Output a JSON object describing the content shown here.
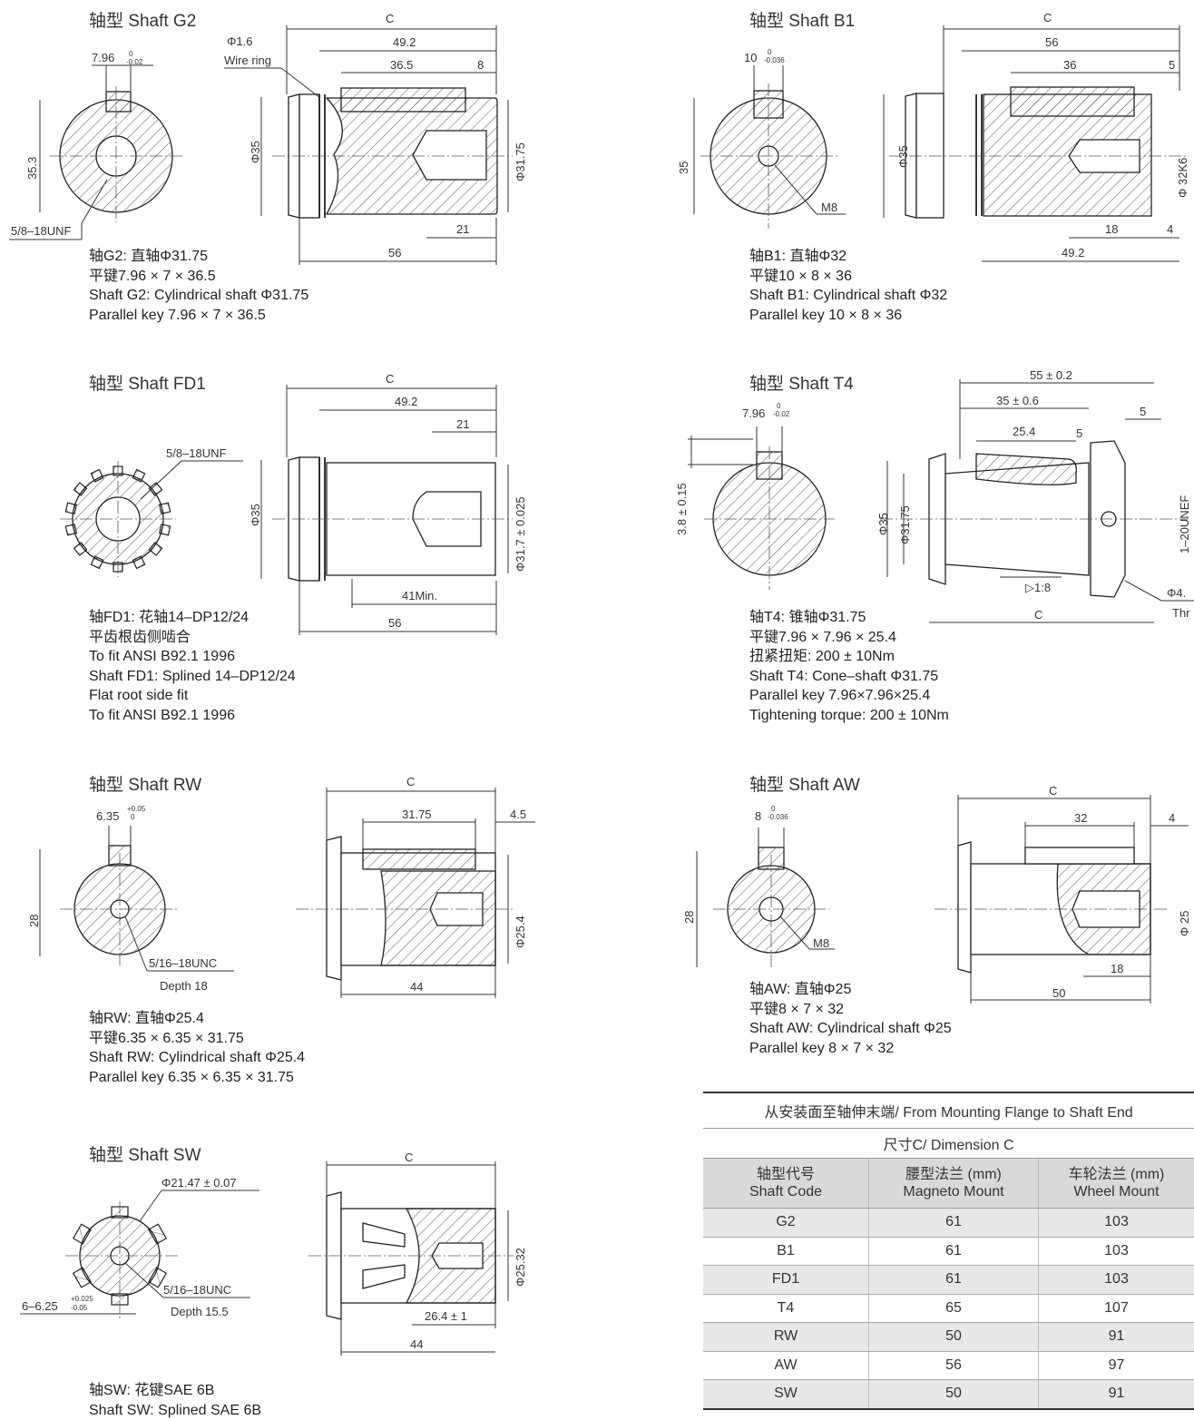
{
  "panels": {
    "g2": {
      "title": "轴型 Shaft G2",
      "lines": [
        "轴G2: 直轴Φ31.75",
        "平键7.96 × 7 × 36.5",
        "Shaft G2: Cylindrical shaft  Φ31.75",
        "Parallel key 7.96 × 7 × 36.5"
      ],
      "dims": {
        "c": "C",
        "d1": "49.2",
        "d2": "36.5",
        "d3": "8",
        "d4": "21",
        "d5": "56",
        "dia": "Φ35",
        "shaft": "Φ31.75",
        "keyw": "7.96",
        "keyh": "35.3",
        "thread": "5/8–18UNF",
        "ring": "Φ1.6",
        "ring_label": "Wire ring"
      }
    },
    "b1": {
      "title": "轴型 Shaft B1",
      "lines": [
        "轴B1: 直轴Φ32",
        "平键10 × 8 × 36",
        "Shaft B1: Cylindrical shaft  Φ32",
        "Parallel key 10 × 8 × 36"
      ],
      "dims": {
        "c": "C",
        "d1": "56",
        "d2": "36",
        "d3": "5",
        "d4": "18",
        "d5": "4",
        "d6": "49.2",
        "dia": "Φ35",
        "shaft": "Φ 32K6",
        "keyw": "10",
        "keyh": "35",
        "thread": "M8"
      }
    },
    "fd1": {
      "title": "轴型 Shaft FD1",
      "lines": [
        "轴FD1: 花轴14–DP12/24",
        "平齿根齿侧啮合",
        "To fit ANSI B92.1 1996",
        "Shaft FD1: Splined 14–DP12/24",
        "Flat root side fit",
        "To fit ANSI B92.1 1996"
      ],
      "dims": {
        "c": "C",
        "d1": "49.2",
        "d2": "21",
        "d3": "41Min.",
        "d4": "56",
        "dia": "Φ35",
        "shaft": "Φ31.7 ± 0.025",
        "thread": "5/8–18UNF"
      }
    },
    "t4": {
      "title": "轴型 Shaft T4",
      "lines": [
        "轴T4: 锥轴Φ31.75",
        "平键7.96 × 7.96 × 25.4",
        "扭紧扭矩: 200 ± 10Nm",
        "Shaft T4: Cone–shaft  Φ31.75",
        "Parallel key 7.96×7.96×25.4",
        "Tightening torque: 200 ± 10Nm"
      ],
      "dims": {
        "d1": "55 ± 0.2",
        "d2": "35 ± 0.6",
        "d3": "25.4",
        "d4": "5",
        "d5": "5",
        "c": "C",
        "taper": "▷1:8",
        "dia": "Φ35",
        "dia2": "Φ31.75",
        "keyw": "7.96",
        "keyh": "3.8 ± 0.15",
        "thread": "1–20UNEF",
        "extra1": "Φ4.",
        "extra2": "Thr"
      }
    },
    "rw": {
      "title": "轴型 Shaft RW",
      "lines": [
        "轴RW: 直轴Φ25.4",
        "平键6.35 × 6.35 × 31.75",
        "Shaft RW: Cylindrical shaft  Φ25.4",
        "Parallel key 6.35 × 6.35 × 31.75"
      ],
      "dims": {
        "c": "C",
        "d1": "31.75",
        "d2": "4.5",
        "d3": "44",
        "shaft": "Φ25.4",
        "keyw": "6.35",
        "keyh": "28",
        "thread": "5/16–18UNC",
        "depth": "Depth 18"
      }
    },
    "aw": {
      "title": "轴型 Shaft AW",
      "lines": [
        "轴AW: 直轴Φ25",
        "平键8 × 7 × 32",
        "Shaft AW: Cylindrical shaft  Φ25",
        "Parallel key 8 × 7 × 32"
      ],
      "dims": {
        "c": "C",
        "d1": "32",
        "d2": "4",
        "d3": "18",
        "d4": "50",
        "shaft": "Φ 25",
        "keyw": "8",
        "keyh": "28",
        "thread": "M8"
      }
    },
    "sw": {
      "title": "轴型 Shaft SW",
      "lines": [
        "轴SW: 花键SAE 6B",
        "Shaft SW: Splined SAE 6B"
      ],
      "dims": {
        "c": "C",
        "d1": "26.4 ± 1",
        "d2": "44",
        "shaft": "Φ25.32",
        "spline": "Φ21.47 ± 0.07",
        "keyw": "6–6.25",
        "thread": "5/16–18UNC",
        "depth": "Depth 15.5"
      }
    }
  },
  "table": {
    "header": "从安装面至轴伸末端/ From Mounting Flange to Shaft End",
    "subheader": "尺寸C/ Dimension C",
    "columns": [
      {
        "cn": "轴型代号",
        "en": "Shaft Code"
      },
      {
        "cn": "腰型法兰 (mm)",
        "en": "Magneto Mount"
      },
      {
        "cn": "车轮法兰 (mm)",
        "en": "Wheel Mount"
      }
    ],
    "rows": [
      [
        "G2",
        "61",
        "103"
      ],
      [
        "B1",
        "61",
        "103"
      ],
      [
        "FD1",
        "61",
        "103"
      ],
      [
        "T4",
        "65",
        "107"
      ],
      [
        "RW",
        "50",
        "91"
      ],
      [
        "AW",
        "56",
        "97"
      ],
      [
        "SW",
        "50",
        "91"
      ]
    ]
  }
}
